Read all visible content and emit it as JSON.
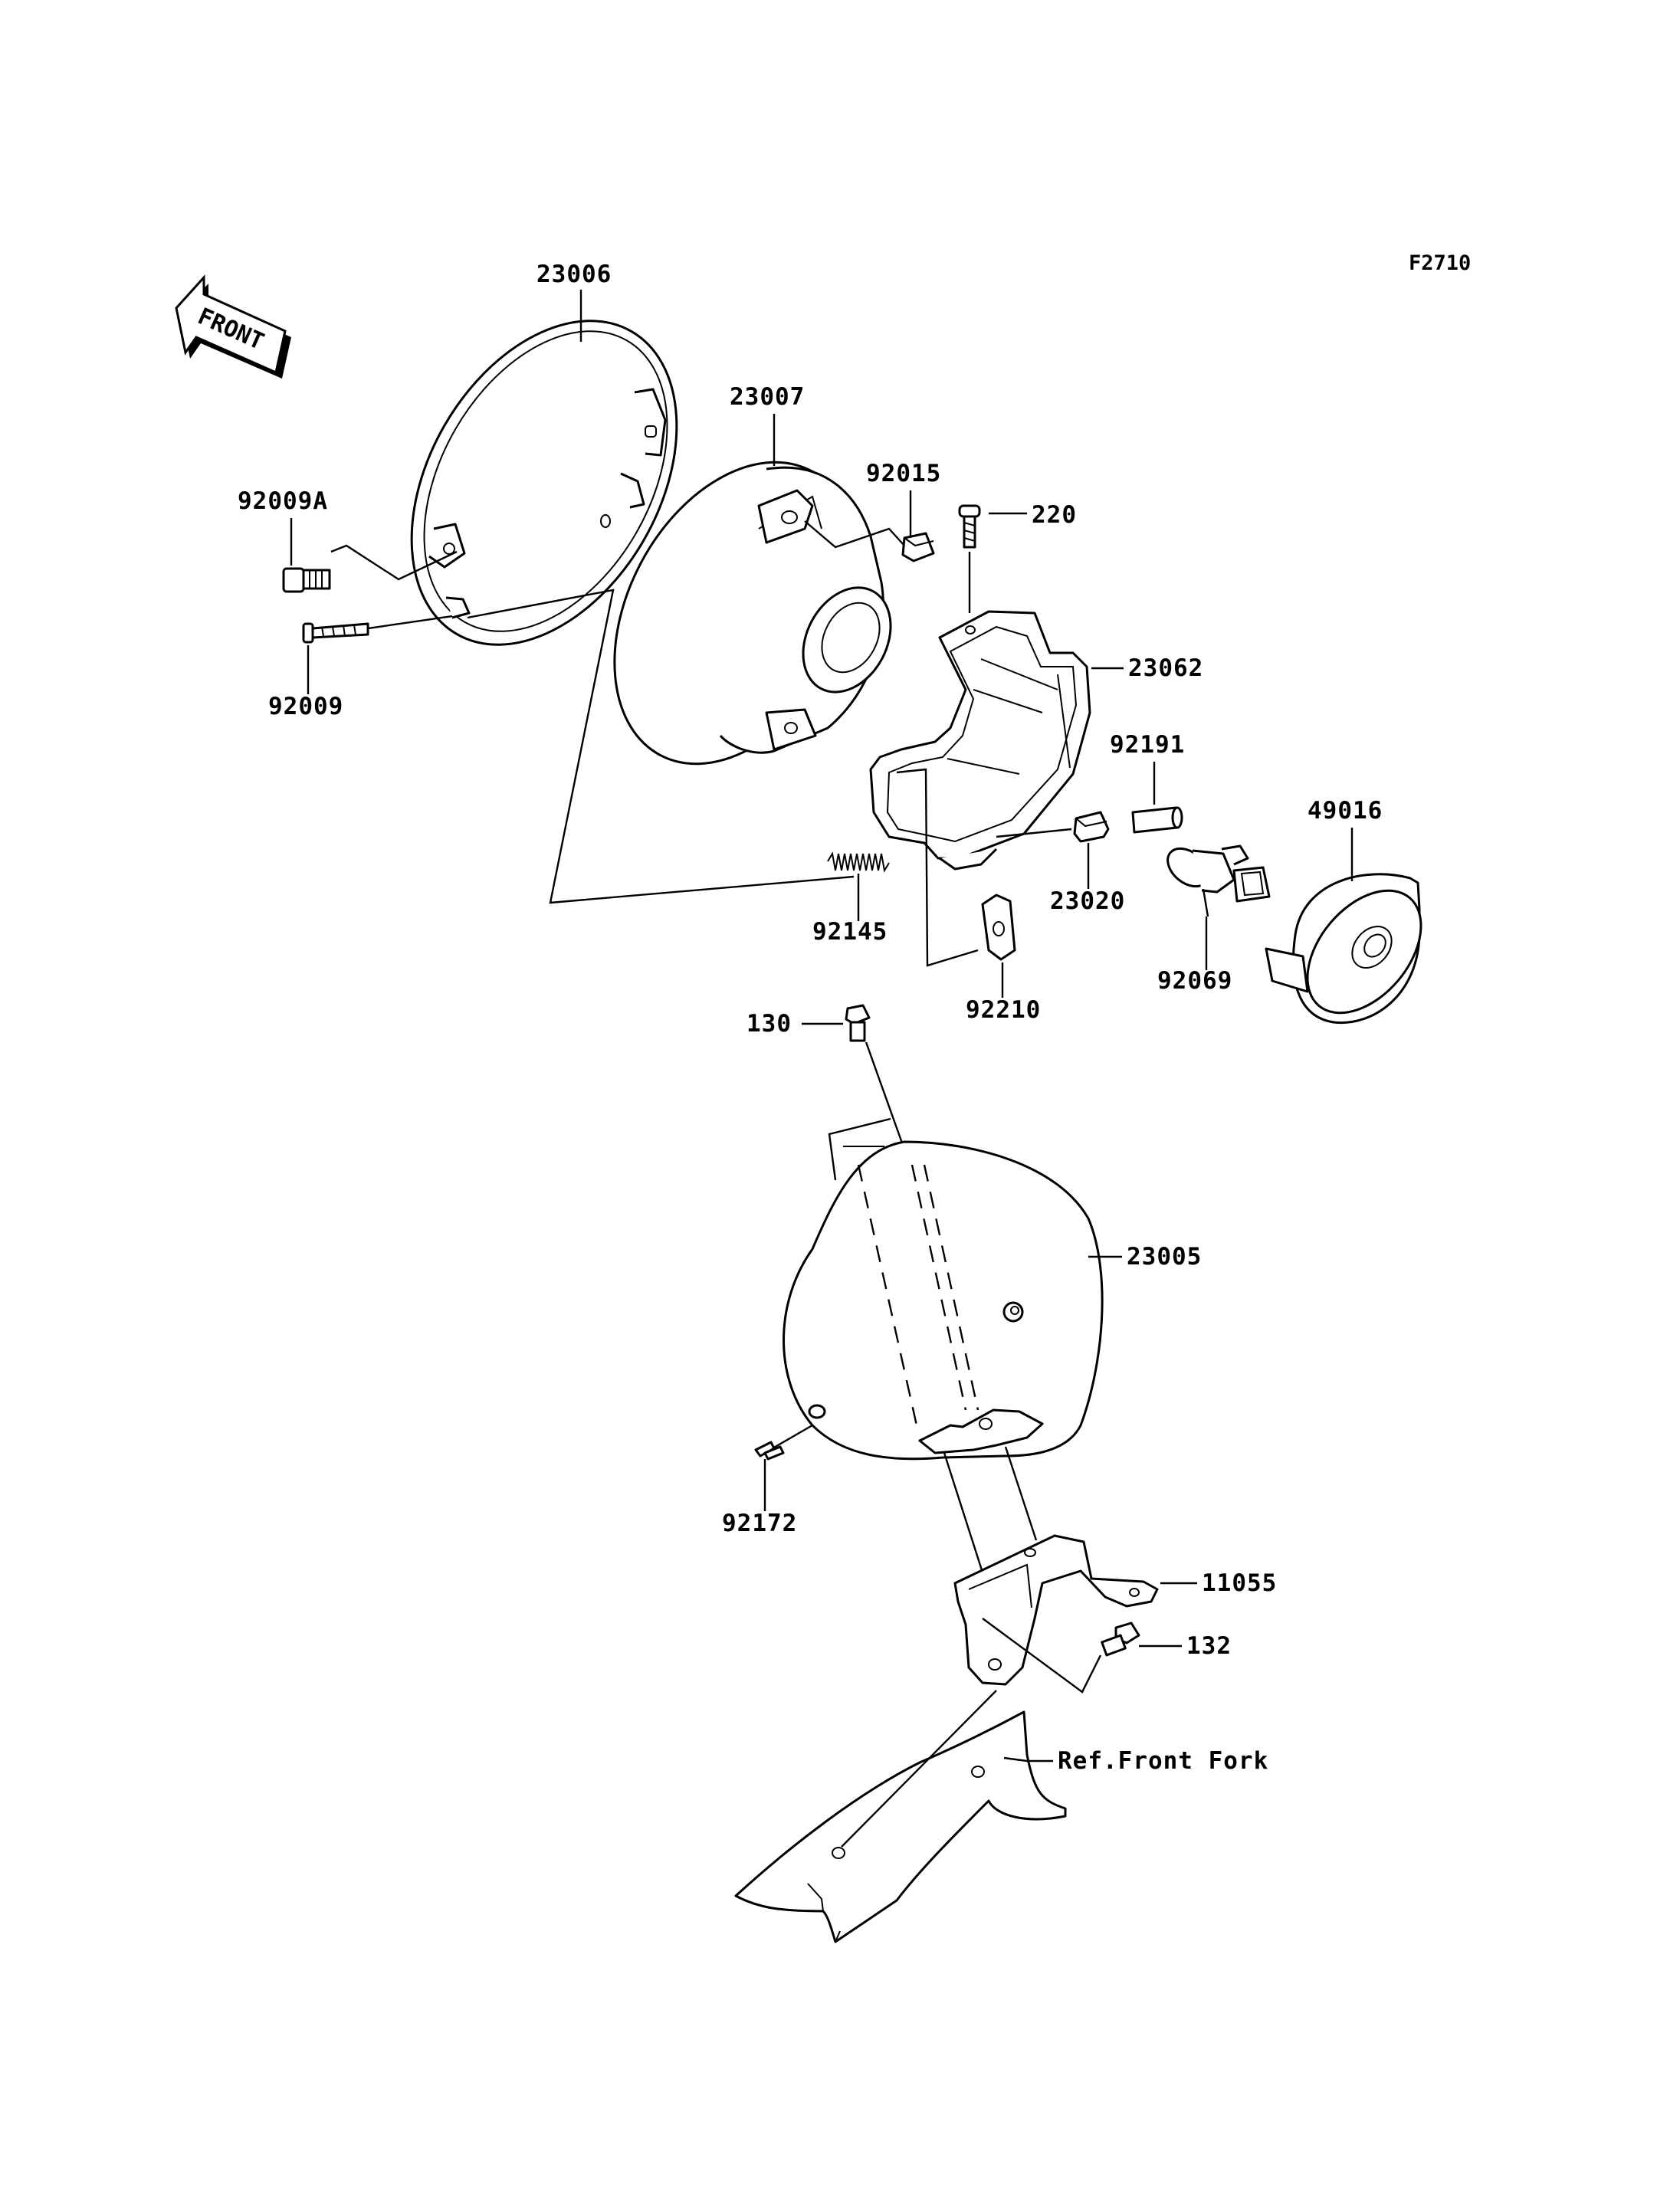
{
  "figure_code": "F2710",
  "front_arrow": {
    "label": "FRONT",
    "icon": "front-direction-arrow-icon"
  },
  "parts": {
    "p23006": "23006",
    "p23007": "23007",
    "p92015": "92015",
    "p220": "220",
    "p92009A": "92009A",
    "p92009": "92009",
    "p23062": "23062",
    "p92191": "92191",
    "p49016": "49016",
    "p23020": "23020",
    "p92145": "92145",
    "p92210": "92210",
    "p92069": "92069",
    "p130": "130",
    "p23005": "23005",
    "p92172": "92172",
    "p11055": "11055",
    "p132": "132",
    "ref_front_fork": "Ref.Front Fork"
  }
}
